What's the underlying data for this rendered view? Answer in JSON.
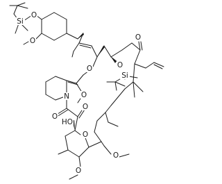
{
  "labels": {
    "si_top": "Si",
    "o_tbs": "O",
    "o_ome_ring": "O",
    "o_ester": "O",
    "o_ketone": "O",
    "o_silyl": "O",
    "si_mid": "Si",
    "o_ester_carbonyl": "O",
    "n_pip": "N",
    "o_amide": "O",
    "o_keto": "O",
    "ho": "HO",
    "o_ring": "O",
    "o_ome_mid": "O",
    "o_ome_bottom": "O"
  }
}
